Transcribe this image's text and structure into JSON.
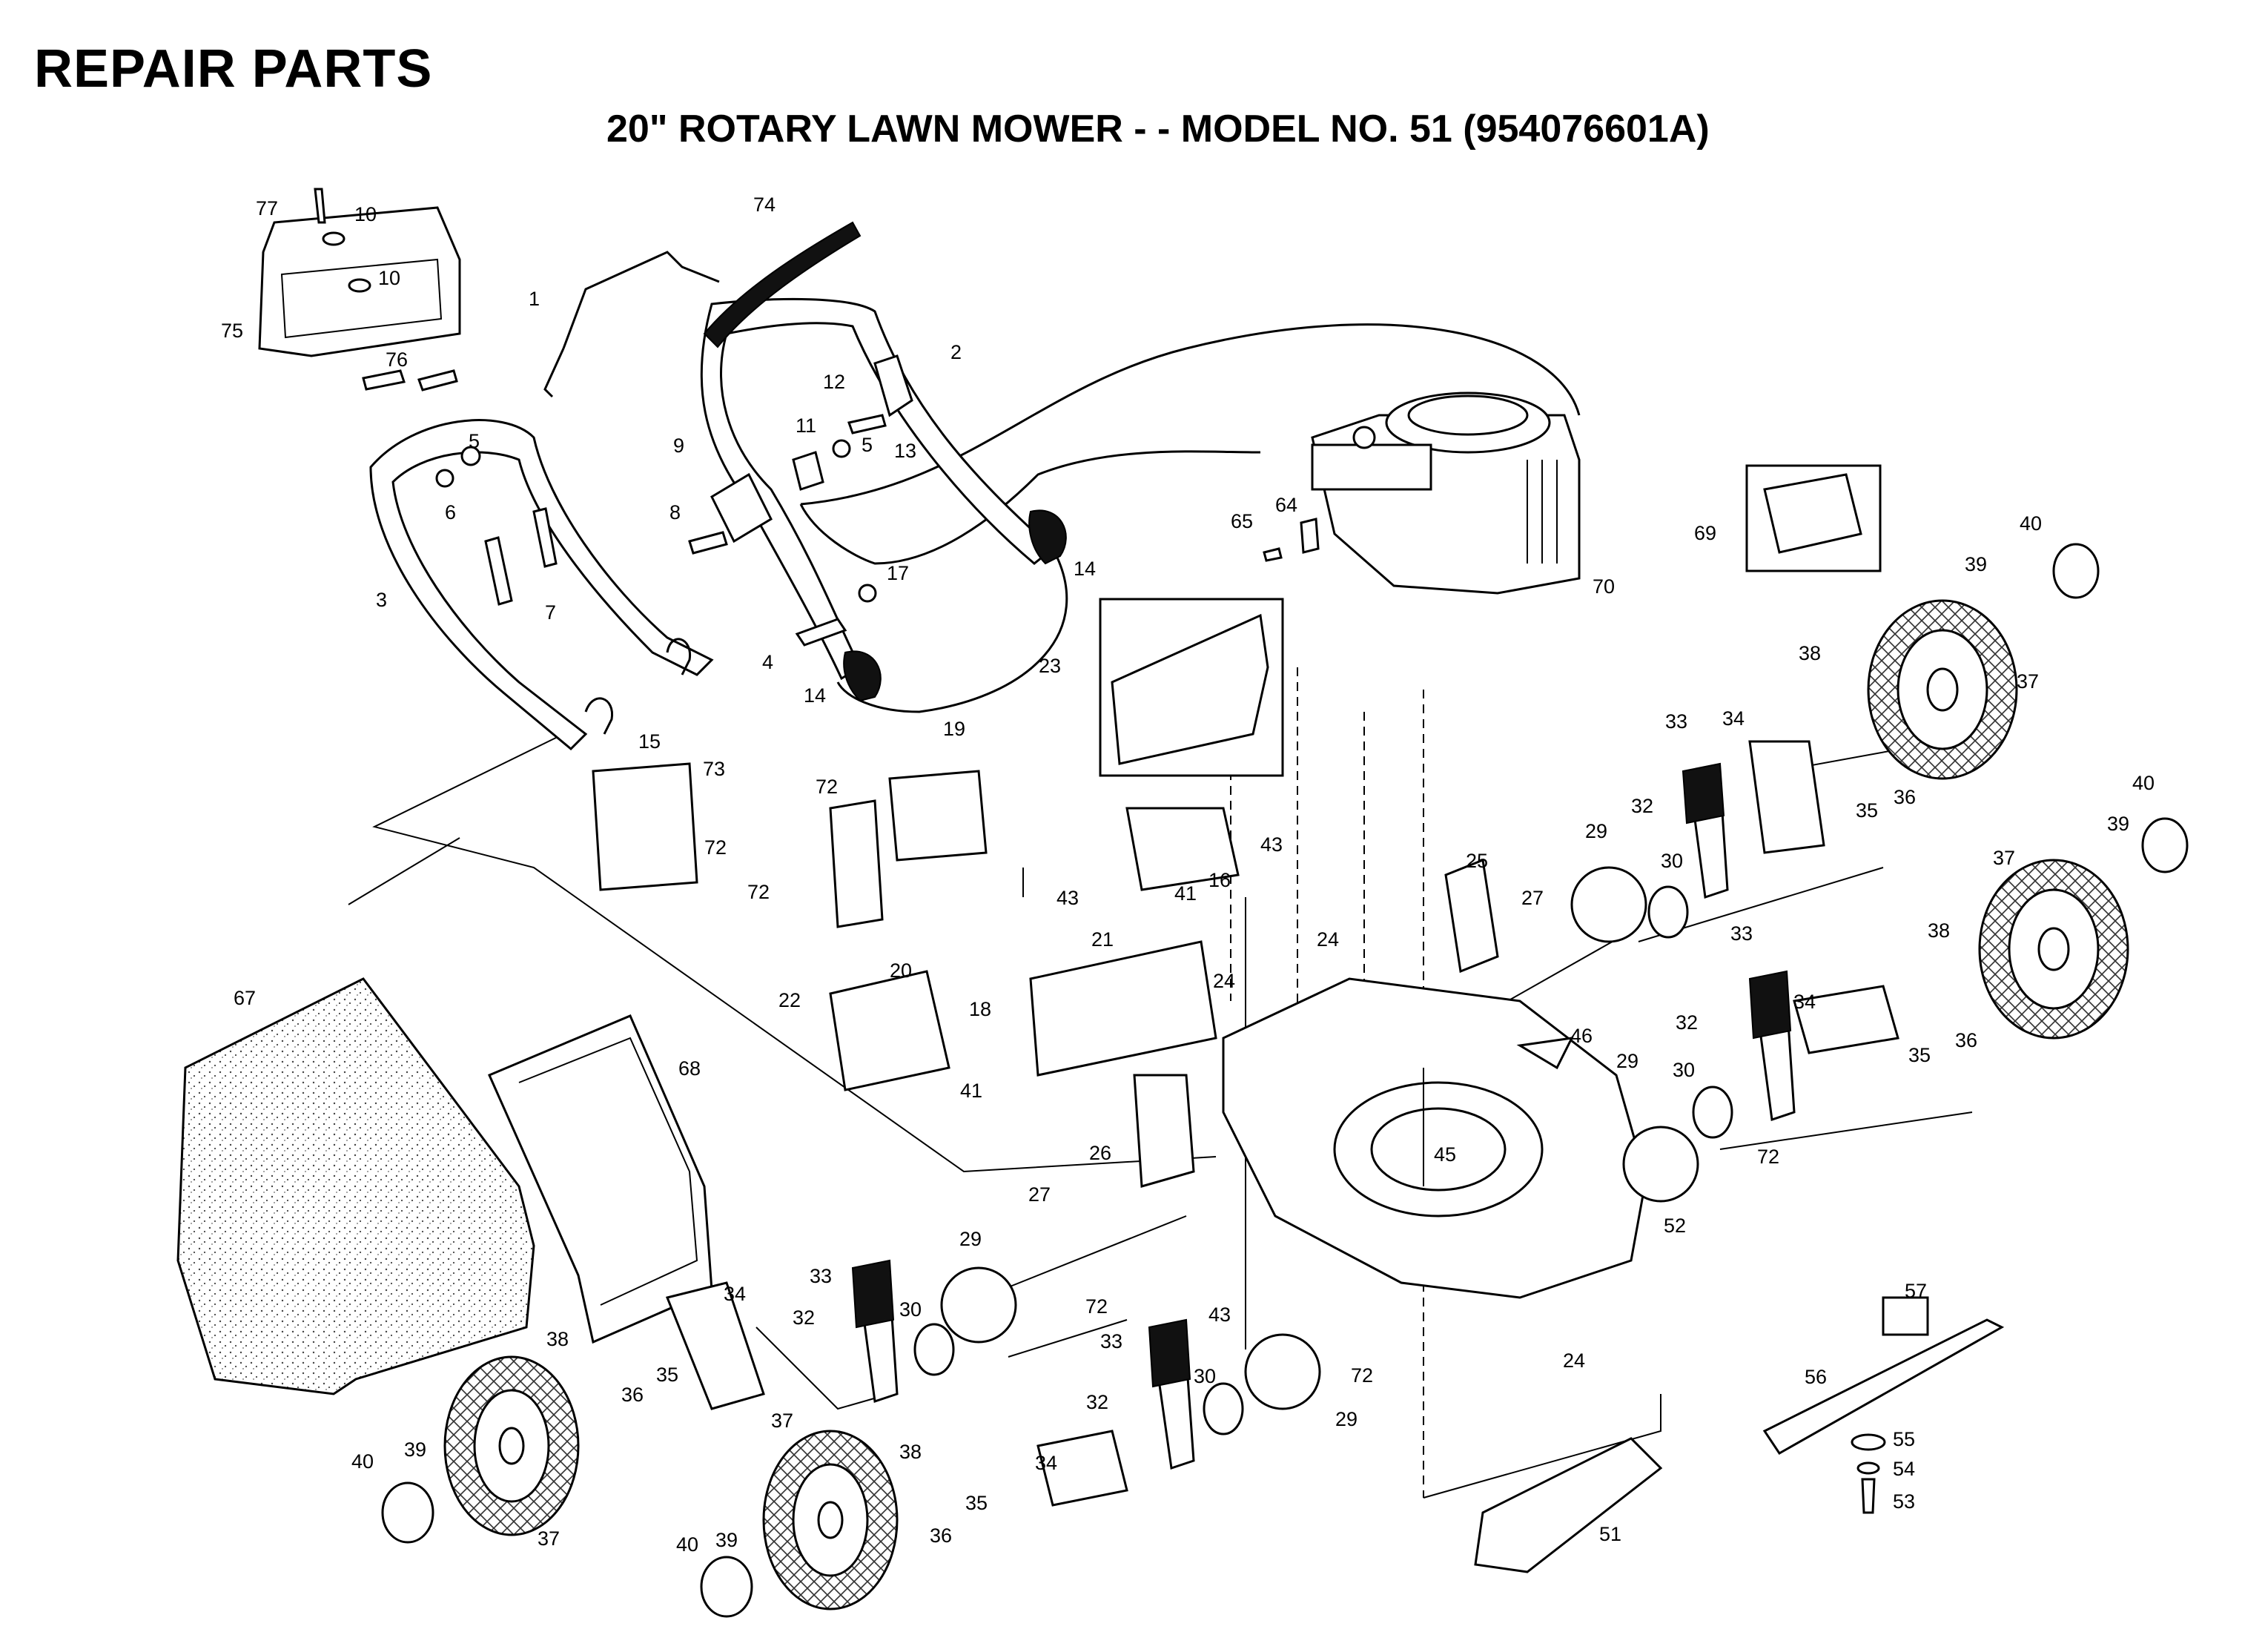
{
  "header": {
    "title": "REPAIR PARTS",
    "subtitle": "20\" ROTARY LAWN MOWER - - MODEL NO. 51 (954076601A)"
  },
  "callouts": [
    {
      "id": "c77",
      "text": "77"
    },
    {
      "id": "c10a",
      "text": "10"
    },
    {
      "id": "c10b",
      "text": "10"
    },
    {
      "id": "c75",
      "text": "75"
    },
    {
      "id": "c76",
      "text": "76"
    },
    {
      "id": "c1",
      "text": "1"
    },
    {
      "id": "c74",
      "text": "74"
    },
    {
      "id": "c2",
      "text": "2"
    },
    {
      "id": "c12",
      "text": "12"
    },
    {
      "id": "c13",
      "text": "13"
    },
    {
      "id": "c11",
      "text": "11"
    },
    {
      "id": "c5a",
      "text": "5"
    },
    {
      "id": "c5b",
      "text": "5"
    },
    {
      "id": "c6",
      "text": "6"
    },
    {
      "id": "c9",
      "text": "9"
    },
    {
      "id": "c8",
      "text": "8"
    },
    {
      "id": "c3",
      "text": "3"
    },
    {
      "id": "c7",
      "text": "7"
    },
    {
      "id": "c17",
      "text": "17"
    },
    {
      "id": "c4",
      "text": "4"
    },
    {
      "id": "c14a",
      "text": "14"
    },
    {
      "id": "c14b",
      "text": "14"
    },
    {
      "id": "c15",
      "text": "15"
    },
    {
      "id": "c65",
      "text": "65"
    },
    {
      "id": "c64",
      "text": "64"
    },
    {
      "id": "c70",
      "text": "70"
    },
    {
      "id": "c69",
      "text": "69"
    },
    {
      "id": "c40a",
      "text": "40"
    },
    {
      "id": "c39a",
      "text": "39"
    },
    {
      "id": "c38a",
      "text": "38"
    },
    {
      "id": "c37a",
      "text": "37"
    },
    {
      "id": "c33a",
      "text": "33"
    },
    {
      "id": "c34a",
      "text": "34"
    },
    {
      "id": "c32a",
      "text": "32"
    },
    {
      "id": "c35a",
      "text": "35"
    },
    {
      "id": "c36a",
      "text": "36"
    },
    {
      "id": "c40b",
      "text": "40"
    },
    {
      "id": "c39b",
      "text": "39"
    },
    {
      "id": "c37b",
      "text": "37"
    },
    {
      "id": "c23",
      "text": "23"
    },
    {
      "id": "c19",
      "text": "19"
    },
    {
      "id": "c72a",
      "text": "72"
    },
    {
      "id": "c73",
      "text": "73"
    },
    {
      "id": "c72b",
      "text": "72"
    },
    {
      "id": "c72c",
      "text": "72"
    },
    {
      "id": "c43a",
      "text": "43"
    },
    {
      "id": "c43b",
      "text": "43"
    },
    {
      "id": "c16",
      "text": "16"
    },
    {
      "id": "c41a",
      "text": "41"
    },
    {
      "id": "c20",
      "text": "20"
    },
    {
      "id": "c21",
      "text": "21"
    },
    {
      "id": "c24a",
      "text": "24"
    },
    {
      "id": "c24b",
      "text": "24"
    },
    {
      "id": "c18",
      "text": "18"
    },
    {
      "id": "c22",
      "text": "22"
    },
    {
      "id": "c41b",
      "text": "41"
    },
    {
      "id": "c25",
      "text": "25"
    },
    {
      "id": "c27a",
      "text": "27"
    },
    {
      "id": "c29a",
      "text": "29"
    },
    {
      "id": "c30a",
      "text": "30"
    },
    {
      "id": "c46",
      "text": "46"
    },
    {
      "id": "c33b",
      "text": "33"
    },
    {
      "id": "c32b",
      "text": "32"
    },
    {
      "id": "c34b",
      "text": "34"
    },
    {
      "id": "c38b",
      "text": "38"
    },
    {
      "id": "c35b",
      "text": "35"
    },
    {
      "id": "c36b",
      "text": "36"
    },
    {
      "id": "c29b",
      "text": "29"
    },
    {
      "id": "c30b",
      "text": "30"
    },
    {
      "id": "c72d",
      "text": "72"
    },
    {
      "id": "c45",
      "text": "45"
    },
    {
      "id": "c52",
      "text": "52"
    },
    {
      "id": "c26",
      "text": "26"
    },
    {
      "id": "c27b",
      "text": "27"
    },
    {
      "id": "c67",
      "text": "67"
    },
    {
      "id": "c68",
      "text": "68"
    },
    {
      "id": "c29c",
      "text": "29"
    },
    {
      "id": "c33c",
      "text": "33"
    },
    {
      "id": "c32c",
      "text": "32"
    },
    {
      "id": "c30c",
      "text": "30"
    },
    {
      "id": "c72e",
      "text": "72"
    },
    {
      "id": "c43c",
      "text": "43"
    },
    {
      "id": "c24c",
      "text": "24"
    },
    {
      "id": "c72f",
      "text": "72"
    },
    {
      "id": "c57",
      "text": "57"
    },
    {
      "id": "c56",
      "text": "56"
    },
    {
      "id": "c55",
      "text": "55"
    },
    {
      "id": "c54",
      "text": "54"
    },
    {
      "id": "c53",
      "text": "53"
    },
    {
      "id": "c51",
      "text": "51"
    },
    {
      "id": "c34c",
      "text": "34"
    },
    {
      "id": "c38c",
      "text": "38"
    },
    {
      "id": "c35c",
      "text": "35"
    },
    {
      "id": "c36c",
      "text": "36"
    },
    {
      "id": "c40c",
      "text": "40"
    },
    {
      "id": "c39c",
      "text": "39"
    },
    {
      "id": "c37c",
      "text": "37"
    },
    {
      "id": "c37d",
      "text": "37"
    },
    {
      "id": "c38d",
      "text": "38"
    },
    {
      "id": "c33d",
      "text": "33"
    },
    {
      "id": "c32d",
      "text": "32"
    },
    {
      "id": "c30d",
      "text": "30"
    },
    {
      "id": "c29d",
      "text": "29"
    },
    {
      "id": "c34d",
      "text": "34"
    },
    {
      "id": "c35d",
      "text": "35"
    },
    {
      "id": "c36d",
      "text": "36"
    },
    {
      "id": "c40d",
      "text": "40"
    },
    {
      "id": "c39d",
      "text": "39"
    }
  ]
}
